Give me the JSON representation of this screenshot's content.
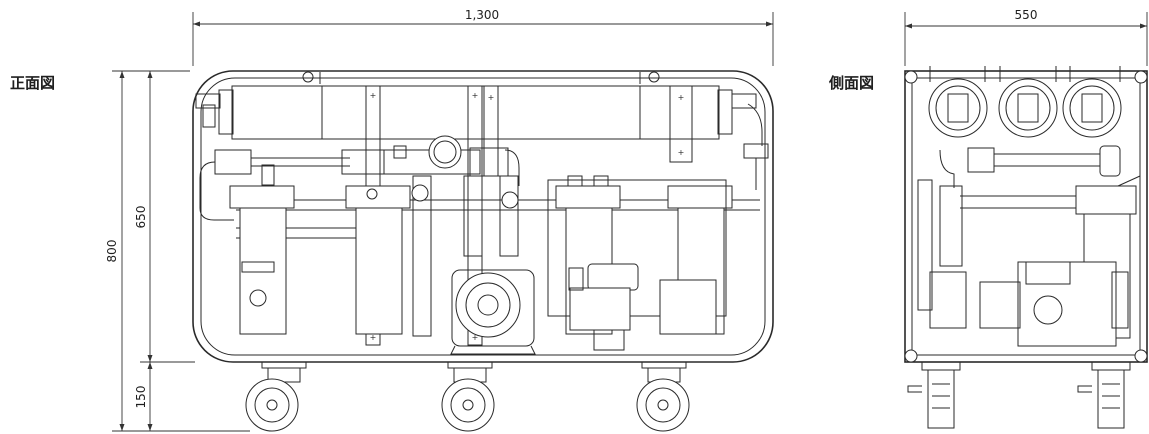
{
  "labels": {
    "front_view": "正面図",
    "side_view": "側面図"
  },
  "dimensions": {
    "front_width": "1,300",
    "side_width": "550",
    "total_height": "800",
    "body_height": "650",
    "caster_height": "150"
  }
}
